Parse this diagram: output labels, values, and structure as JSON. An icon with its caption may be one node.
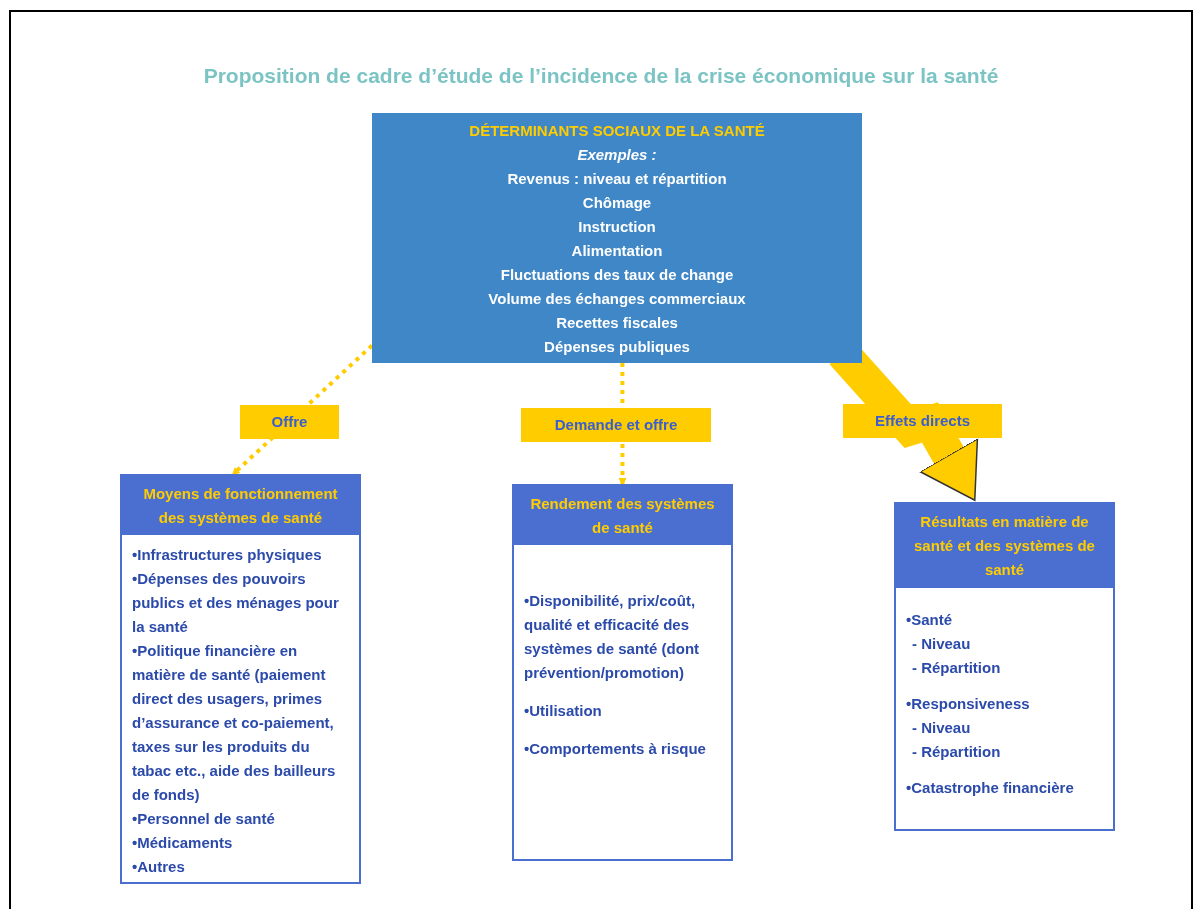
{
  "diagram": {
    "title": "Proposition de cadre d’étude de l’incidence de la crise économique sur la santé",
    "nodes": [
      {
        "text": [
          "DÉTERMINANTS SOCIAUX DE LA SANTÉ",
          "Exemples :",
          "Revenus : niveau et répartition",
          "Chômage",
          "Instruction",
          "Alimentation",
          "Fluctuations des taux de change",
          "Volume des échanges commerciaux",
          "Recettes fiscales",
          "Dépenses publiques"
        ]
      },
      {
        "text": [
          "Moyens de fonctionnement des systèmes de santé",
          "•Infrastructures physiques",
          "•Dépenses des pouvoirs publics et des ménages pour la santé",
          "•Politique financière en matière de santé (paiement direct des usagers, primes d’assurance et co-paiement, taxes sur les produits du tabac etc., aide des bailleurs de fonds)",
          "•Personnel de santé",
          "•Médicaments",
          "•Autres"
        ]
      },
      {
        "text": [
          "Rendement des systèmes de santé",
          "•Disponibilité, prix/coût, qualité et efficacité des systèmes de santé (dont prévention/promotion)",
          "•Utilisation",
          "•Comportements à risque"
        ]
      },
      {
        "text": [
          "Résultats en matière de santé et des systèmes de santé",
          "•Santé",
          "- Niveau",
          "- Répartition",
          "•Responsiveness",
          "- Niveau",
          "- Répartition",
          "•Catastrophe financière"
        ]
      }
    ],
    "edges": [
      {
        "from": 0,
        "to": 1,
        "arrow": "to",
        "label": "Offre",
        "style": "dashed"
      },
      {
        "from": 0,
        "to": 2,
        "arrow": "to",
        "label": "Demande et offre",
        "style": "dashed"
      },
      {
        "from": 0,
        "to": 3,
        "arrow": "to",
        "label": "Effets directs",
        "style": "thick"
      }
    ]
  }
}
